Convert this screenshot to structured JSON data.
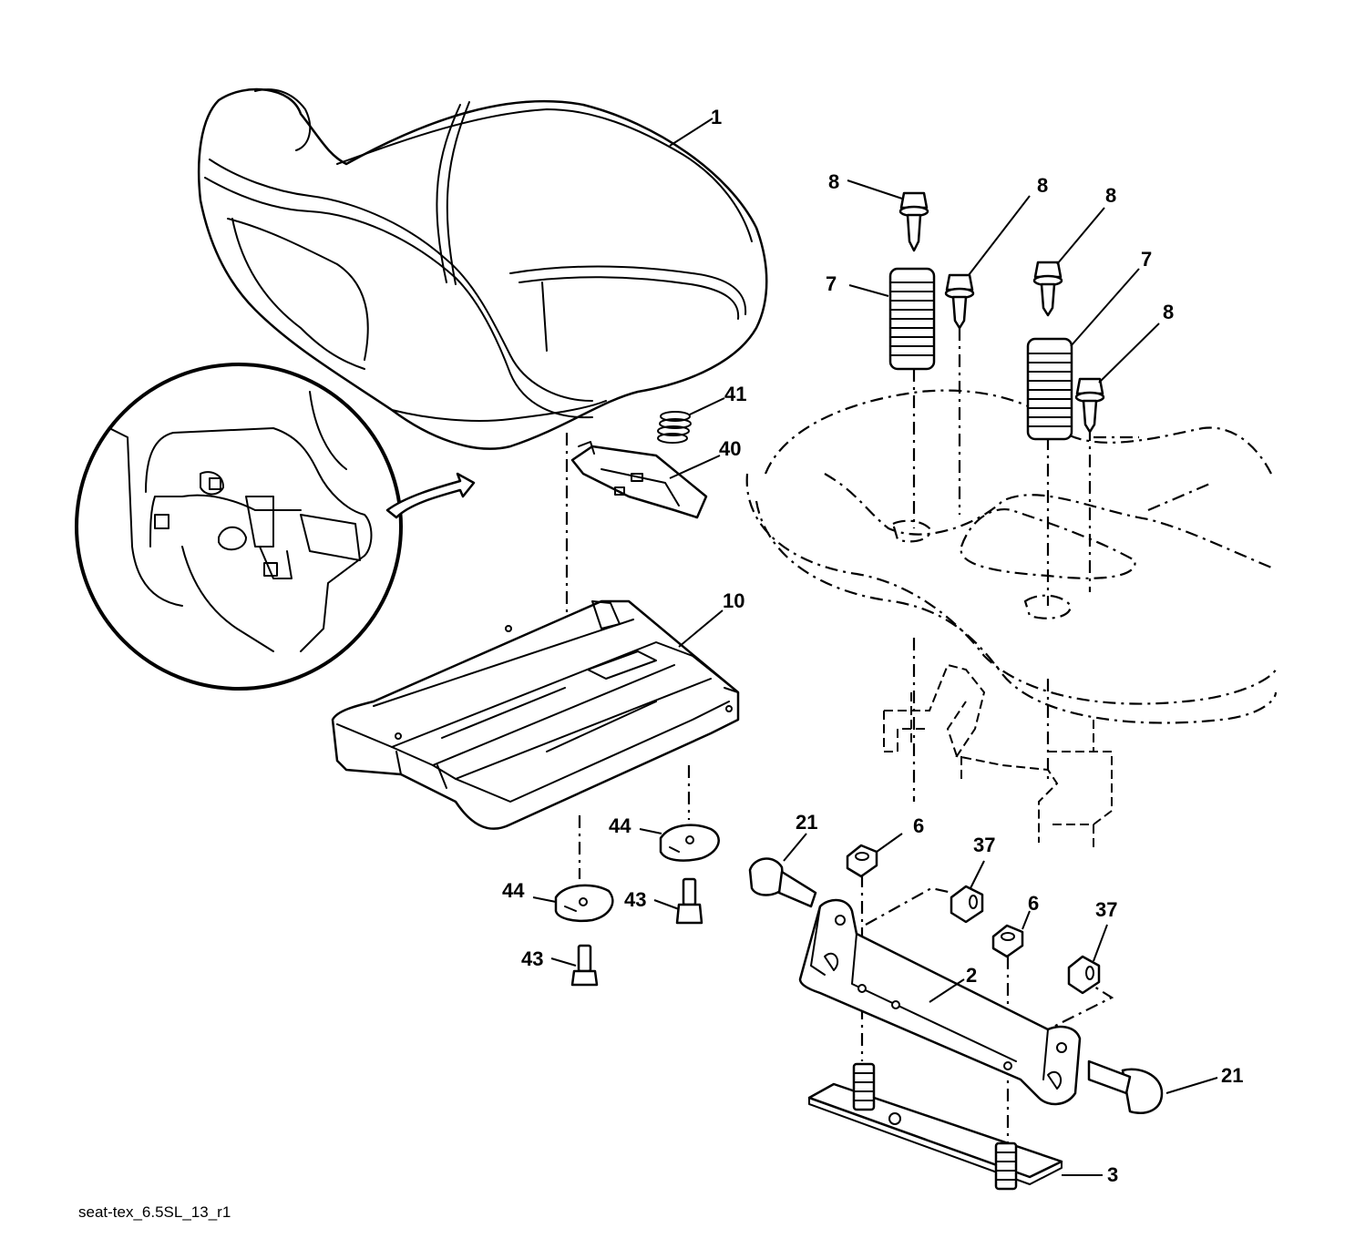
{
  "callouts": {
    "seat": "1",
    "spring_left": "7",
    "spring_right": "7",
    "bolt_a": "8",
    "bolt_b": "8",
    "bolt_c": "8",
    "bolt_d": "8",
    "compression_spring": "41",
    "seat_clip": "40",
    "seat_pan": "10",
    "washer_left": "44",
    "washer_right": "44",
    "screw_left": "43",
    "screw_right": "43",
    "pivot_bolt_left": "21",
    "pivot_bolt_right": "21",
    "nut_left": "6",
    "nut_right": "6",
    "locknut_left": "37",
    "locknut_right": "37",
    "pivot_bracket": "2",
    "base_plate": "3"
  },
  "footer": {
    "file_name": "seat-tex_6.5SL_13_r1"
  }
}
